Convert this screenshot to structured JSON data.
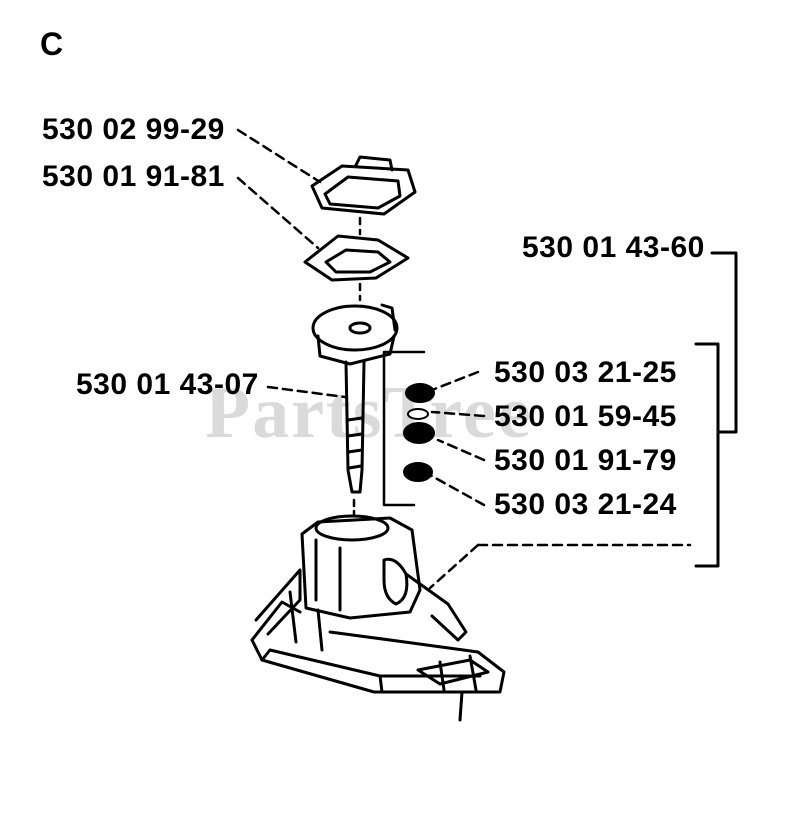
{
  "section_letter": "C",
  "watermark": "PartsTree",
  "parts": {
    "cover": "530 02 99-29",
    "cover_gasket": "530 01 91-81",
    "needle_assembly": "530 01 43-07",
    "seal_top": "530 03 21-25",
    "seal_small": "530 01 59-45",
    "seal_mid": "530 01 91-79",
    "seal_bottom": "530 03 21-24",
    "kit": "530 01 43-60"
  }
}
